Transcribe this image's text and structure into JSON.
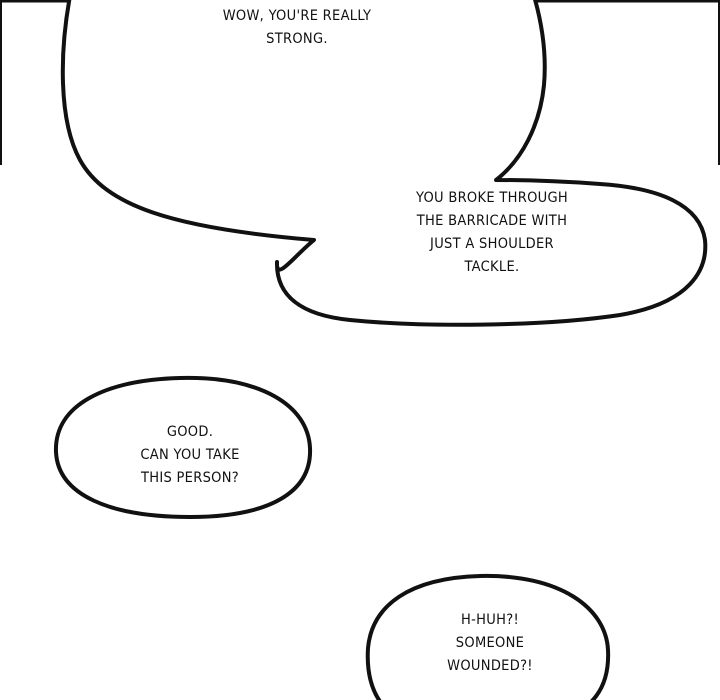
{
  "bubbles": [
    {
      "lines": [
        "WOW, YOU'RE REALLY",
        "STRONG."
      ]
    },
    {
      "lines": [
        "YOU BROKE THROUGH",
        "THE BARRICADE WITH",
        "JUST A SHOULDER",
        "TACKLE."
      ]
    },
    {
      "lines": [
        "GOOD.",
        "CAN YOU TAKE",
        "THIS PERSON?"
      ]
    },
    {
      "lines": [
        "H-HUH?!",
        "SOMEONE",
        "WOUNDED?!"
      ]
    }
  ],
  "colors": {
    "ink": "#111111",
    "paper": "#ffffff"
  }
}
